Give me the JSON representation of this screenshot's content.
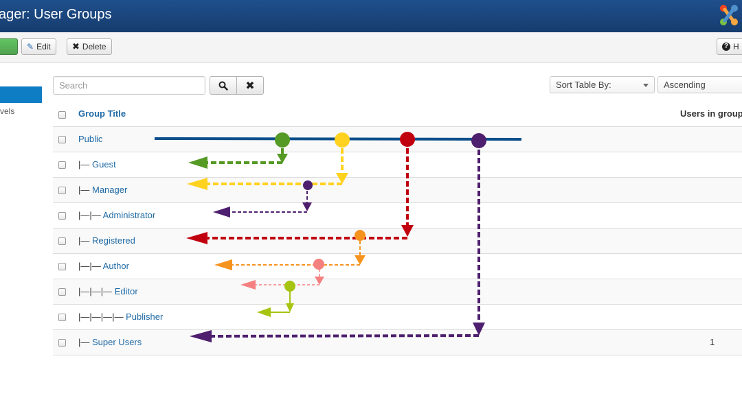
{
  "header": {
    "title": "ager: User Groups"
  },
  "toolbar": {
    "edit_label": "Edit",
    "delete_label": "Delete",
    "help_label": "H"
  },
  "sidebar": {
    "partial_item": "vels"
  },
  "filters": {
    "search_placeholder": "Search",
    "sort_by": "Sort Table By:",
    "order": "Ascending"
  },
  "table": {
    "columns": {
      "title": "Group Title",
      "users": "Users in group"
    },
    "rows": [
      {
        "prefix": "",
        "name": "Public",
        "users": ""
      },
      {
        "prefix": "|— ",
        "name": "Guest",
        "users": ""
      },
      {
        "prefix": "|— ",
        "name": "Manager",
        "users": ""
      },
      {
        "prefix": "|—|— ",
        "name": "Administrator",
        "users": ""
      },
      {
        "prefix": "|— ",
        "name": "Registered",
        "users": ""
      },
      {
        "prefix": "|—|— ",
        "name": "Author",
        "users": ""
      },
      {
        "prefix": "|—|—|— ",
        "name": "Editor",
        "users": ""
      },
      {
        "prefix": "|—|—|—|— ",
        "name": "Publisher",
        "users": ""
      },
      {
        "prefix": "|— ",
        "name": "Super Users",
        "users": "1"
      }
    ]
  },
  "colors": {
    "header_bg": "#1a467f",
    "link": "#1f6aa5",
    "sidebar_active": "#0f7dc4",
    "public_line": "#0d4f8b",
    "guest": "#559a24",
    "manager": "#ffd21f",
    "registered": "#c1000f",
    "super_users": "#4d1f6e",
    "author": "#f6931f",
    "editor": "#f58080",
    "publisher": "#a6c410"
  },
  "icons": {
    "edit": "edit-icon",
    "delete": "x-icon",
    "help": "question-circle-icon",
    "search": "search-icon",
    "clear": "x-icon",
    "logo": "joomla-logo"
  }
}
